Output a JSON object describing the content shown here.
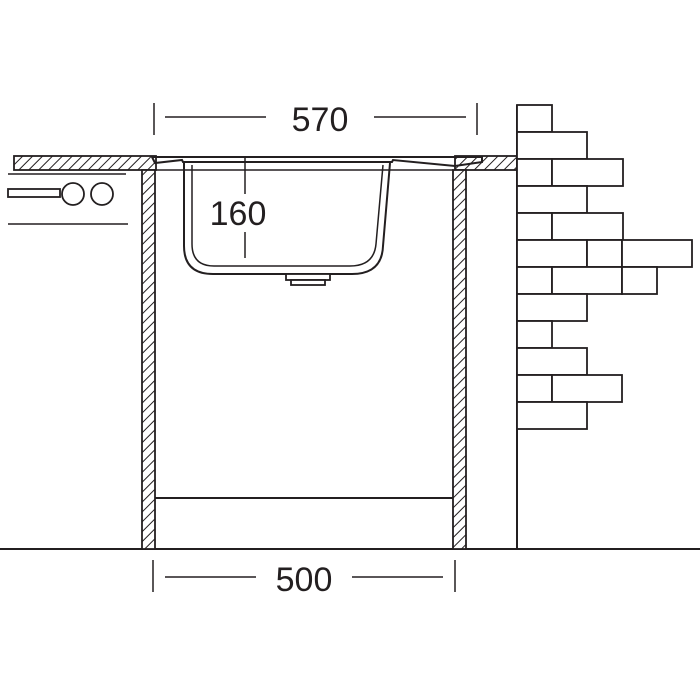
{
  "dimensions": {
    "sink_width": "570",
    "bowl_depth": "160",
    "cabinet_width": "500"
  },
  "colors": {
    "line": "#231f20",
    "background": "#ffffff"
  }
}
